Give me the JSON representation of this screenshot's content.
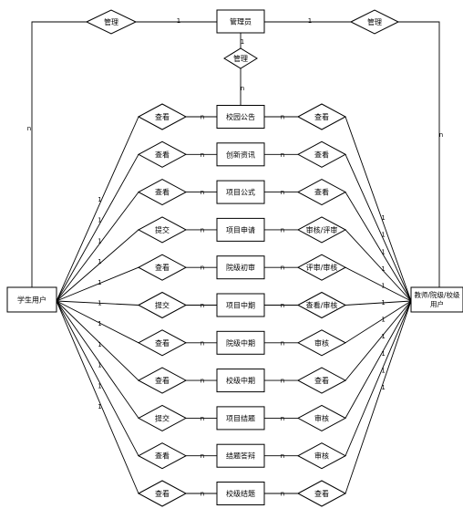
{
  "diagram": {
    "admin": "管理员",
    "admin_links": {
      "left_relation": "管理",
      "right_relation": "管理",
      "lower_relation": "管理",
      "left_card_admin": "1",
      "right_card_admin": "1",
      "left_card_user": "n",
      "right_card_user": "n",
      "lower_card_admin": "1",
      "lower_card_entity": "n"
    },
    "student": "学生用户",
    "teacher": "教师/院级/校级用户",
    "rows": [
      {
        "left_relation": "查看",
        "entity": "校园公告",
        "right_relation": "查看",
        "left_card": "1",
        "left_card_entity": "n",
        "right_card_entity": "n",
        "right_card": "1"
      },
      {
        "left_relation": "查看",
        "entity": "创新资讯",
        "right_relation": "查看",
        "left_card": "1",
        "left_card_entity": "n",
        "right_card_entity": "n",
        "right_card": "1"
      },
      {
        "left_relation": "查看",
        "entity": "项目公式",
        "right_relation": "查看",
        "left_card": "1",
        "left_card_entity": "n",
        "right_card_entity": "n",
        "right_card": "1"
      },
      {
        "left_relation": "提交",
        "entity": "项目申请",
        "right_relation": "审核/评审",
        "left_card": "1",
        "left_card_entity": "n",
        "right_card_entity": "n",
        "right_card": "1"
      },
      {
        "left_relation": "查看",
        "entity": "院级初审",
        "right_relation": "评审/审核",
        "left_card": "1",
        "left_card_entity": "n",
        "right_card_entity": "n",
        "right_card": "1"
      },
      {
        "left_relation": "提交",
        "entity": "项目中期",
        "right_relation": "查看/审核",
        "left_card": "1",
        "left_card_entity": "n",
        "right_card_entity": "n",
        "right_card": "1"
      },
      {
        "left_relation": "查看",
        "entity": "院级中期",
        "right_relation": "审核",
        "left_card": "1",
        "left_card_entity": "n",
        "right_card_entity": "n",
        "right_card": "1"
      },
      {
        "left_relation": "查看",
        "entity": "校级中期",
        "right_relation": "查看",
        "left_card": "1",
        "left_card_entity": "n",
        "right_card_entity": "n",
        "right_card": "1"
      },
      {
        "left_relation": "提交",
        "entity": "项目结题",
        "right_relation": "审核",
        "left_card": "1",
        "left_card_entity": "n",
        "right_card_entity": "n",
        "right_card": "1"
      },
      {
        "left_relation": "查看",
        "entity": "结题答辩",
        "right_relation": "审核",
        "left_card": "1",
        "left_card_entity": "n",
        "right_card_entity": "n",
        "right_card": "1"
      },
      {
        "left_relation": "查看",
        "entity": "校级结题",
        "right_relation": "查看",
        "left_card": "1",
        "left_card_entity": "n",
        "right_card_entity": "n",
        "right_card": "1"
      }
    ]
  }
}
